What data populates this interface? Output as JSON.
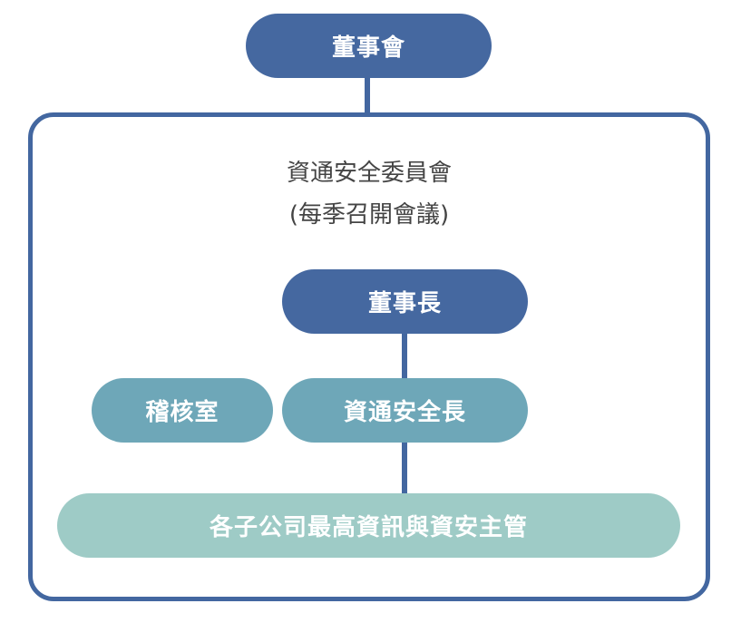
{
  "nodes": {
    "board": "董事會",
    "committee_title": "資通安全委員會",
    "committee_note": "(每季召開會議)",
    "chairman": "董事長",
    "audit": "稽核室",
    "ciso": "資通安全長",
    "subsidiaries": "各子公司最高資訊與資安主管"
  },
  "colors": {
    "dark_blue": "#4568a0",
    "teal": "#6ea7b8",
    "light_teal": "#9ecbc6",
    "frame": "#4367a0"
  }
}
